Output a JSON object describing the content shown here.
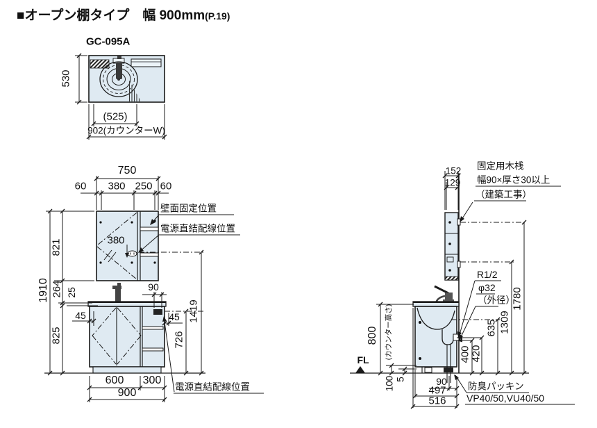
{
  "title": {
    "main": "■オープン棚タイプ　幅 900mm",
    "page": "(P.19)"
  },
  "plan": {
    "model": "GC-095A",
    "dims": {
      "height": "530",
      "basin_width": "(525)",
      "counter_width": "902(カウンターW)"
    }
  },
  "front": {
    "dims": {
      "top_total": "750",
      "top_chain": [
        "60",
        "380",
        "250",
        "60"
      ],
      "left_overall": "1910",
      "left_chain": [
        "821",
        "264",
        "25",
        "825"
      ],
      "door": "380",
      "outlet_offset": "90",
      "left_45": "45",
      "right_45": "45",
      "outlet_to_floor": "1419",
      "shelf_to_floor": "726",
      "bottom_chain": [
        "600",
        "300"
      ],
      "bottom_total": "900"
    },
    "labels": {
      "wall_fix": "壁面固定位置",
      "power_upper": "電源直結配線位置",
      "power_lower": "電源直結配線位置"
    }
  },
  "side": {
    "dims": {
      "top_chain": [
        "152",
        "129"
      ],
      "right_chain": [
        "1780",
        "1309",
        "635",
        "420",
        "400"
      ],
      "counter_height": "800",
      "counter_height_note": "(カウンター高さ)",
      "floor_level": "FL",
      "base": [
        "100",
        "5"
      ],
      "bottom_chain": [
        "90",
        "497",
        "516"
      ]
    },
    "labels": {
      "batten": [
        "固定用木桟",
        "幅90×厚さ30以上",
        "（建築工事）"
      ],
      "supply": "R1/2",
      "drain_dia": "φ32",
      "drain_dia_note": "（外径）",
      "packing": "防臭パッキン",
      "pipe_types": "VP40/50,VU40/50"
    }
  },
  "colors": {
    "line": "#1a1a1a",
    "cabinet_fill": "#dfeaf2"
  }
}
